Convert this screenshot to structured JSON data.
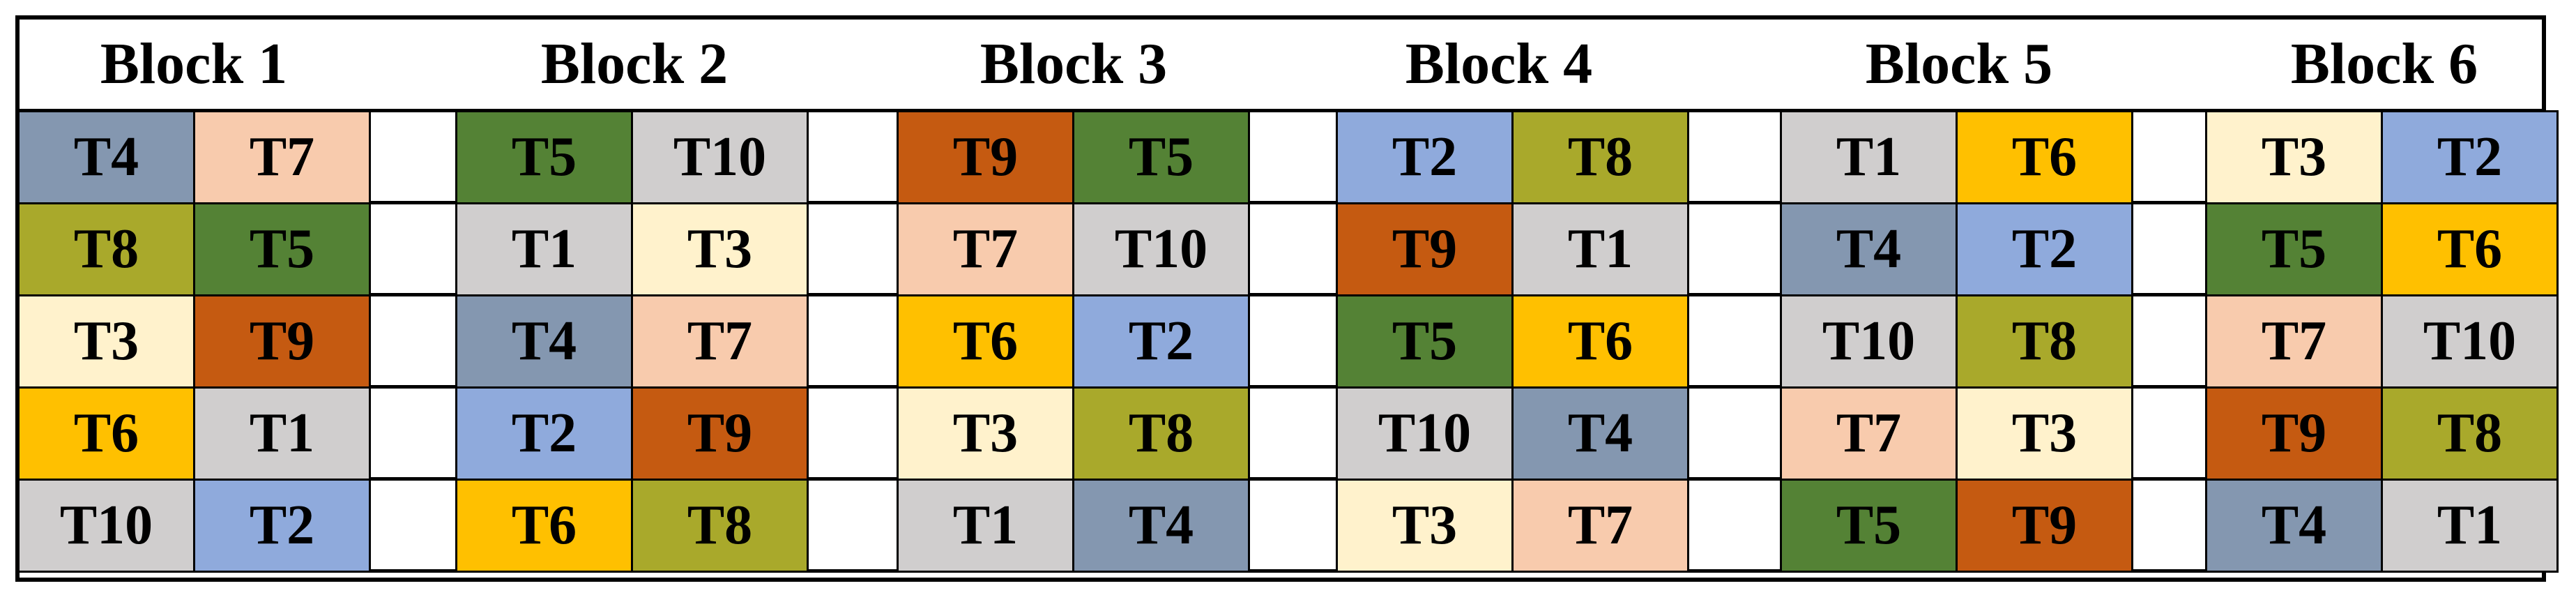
{
  "colors": {
    "T1": "#D0CECE",
    "T2": "#8FAADC",
    "T3": "#FFF2CC",
    "T4": "#8497B0",
    "T5": "#548235",
    "T6": "#FFC000",
    "T7": "#F8CBAD",
    "T8": "#A9A92B",
    "T9": "#C55A11",
    "T10": "#D0CECE"
  },
  "blocks": [
    {
      "label": "Block 1",
      "rows": [
        [
          "T4",
          "T7"
        ],
        [
          "T8",
          "T5"
        ],
        [
          "T3",
          "T9"
        ],
        [
          "T6",
          "T1"
        ],
        [
          "T10",
          "T2"
        ]
      ]
    },
    {
      "label": "Block 2",
      "rows": [
        [
          "T5",
          "T10"
        ],
        [
          "T1",
          "T3"
        ],
        [
          "T4",
          "T7"
        ],
        [
          "T2",
          "T9"
        ],
        [
          "T6",
          "T8"
        ]
      ]
    },
    {
      "label": "Block 3",
      "rows": [
        [
          "T9",
          "T5"
        ],
        [
          "T7",
          "T10"
        ],
        [
          "T6",
          "T2"
        ],
        [
          "T3",
          "T8"
        ],
        [
          "T1",
          "T4"
        ]
      ]
    },
    {
      "label": "Block 4",
      "rows": [
        [
          "T2",
          "T8"
        ],
        [
          "T9",
          "T1"
        ],
        [
          "T5",
          "T6"
        ],
        [
          "T10",
          "T4"
        ],
        [
          "T3",
          "T7"
        ]
      ]
    },
    {
      "label": "Block 5",
      "rows": [
        [
          "T1",
          "T6"
        ],
        [
          "T4",
          "T2"
        ],
        [
          "T10",
          "T8"
        ],
        [
          "T7",
          "T3"
        ],
        [
          "T5",
          "T9"
        ]
      ]
    },
    {
      "label": "Block 6",
      "rows": [
        [
          "T3",
          "T2"
        ],
        [
          "T5",
          "T6"
        ],
        [
          "T7",
          "T10"
        ],
        [
          "T9",
          "T8"
        ],
        [
          "T4",
          "T1"
        ]
      ]
    }
  ]
}
